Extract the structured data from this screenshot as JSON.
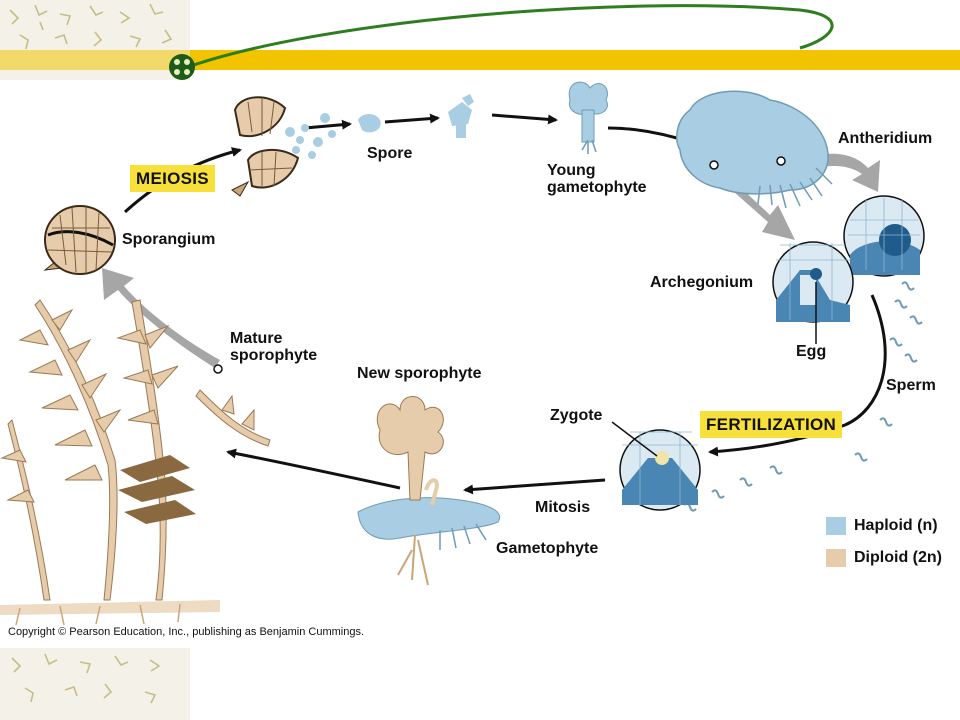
{
  "labels": {
    "meiosis": "MEIOSIS",
    "spore": "Spore",
    "young_gametophyte": "Young\ngametophyte",
    "antheridium": "Antheridium",
    "sporangium": "Sporangium",
    "archegonium": "Archegonium",
    "egg": "Egg",
    "mature_sporophyte": "Mature\nsporophyte",
    "sperm": "Sperm",
    "new_sporophyte": "New sporophyte",
    "zygote": "Zygote",
    "fertilization": "FERTILIZATION",
    "mitosis": "Mitosis",
    "gametophyte": "Gametophyte"
  },
  "legend": {
    "haploid": "Haploid (n)",
    "diploid": "Diploid (2n)"
  },
  "copyright": "Copyright © Pearson Education, Inc., publishing as Benjamin Cummings.",
  "colors": {
    "haploid": "#a9cde2",
    "diploid": "#e6ccaa",
    "highlight": "#f7e03a",
    "accent_bar": "#f2c400",
    "swoosh": "#2e7d1f",
    "cycle_arrow": "#111111",
    "grey_arrow": "#a6a6a6"
  }
}
